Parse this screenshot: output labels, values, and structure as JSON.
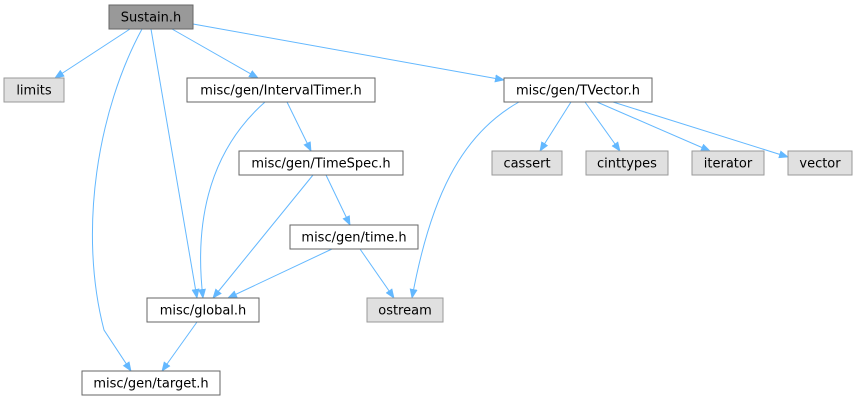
{
  "colors": {
    "edge": "#63b8ff",
    "node_border": "#666666",
    "node_fill_normal": "#ffffff",
    "node_fill_root": "#999999",
    "node_fill_external": "#e0e0e0",
    "external_border": "#999999"
  },
  "nodes": [
    {
      "id": "sustain",
      "label": "Sustain.h",
      "kind": "root"
    },
    {
      "id": "limits",
      "label": "limits",
      "kind": "external"
    },
    {
      "id": "intervaltimer",
      "label": "misc/gen/IntervalTimer.h",
      "kind": "normal"
    },
    {
      "id": "tvector",
      "label": "misc/gen/TVector.h",
      "kind": "normal"
    },
    {
      "id": "timespec",
      "label": "misc/gen/TimeSpec.h",
      "kind": "normal"
    },
    {
      "id": "cassert",
      "label": "cassert",
      "kind": "external"
    },
    {
      "id": "cinttypes",
      "label": "cinttypes",
      "kind": "external"
    },
    {
      "id": "iterator",
      "label": "iterator",
      "kind": "external"
    },
    {
      "id": "vector",
      "label": "vector",
      "kind": "external"
    },
    {
      "id": "time",
      "label": "misc/gen/time.h",
      "kind": "normal"
    },
    {
      "id": "global",
      "label": "misc/global.h",
      "kind": "normal"
    },
    {
      "id": "ostream",
      "label": "ostream",
      "kind": "external"
    },
    {
      "id": "target",
      "label": "misc/gen/target.h",
      "kind": "normal"
    }
  ],
  "edges": [
    {
      "from": "sustain",
      "to": "limits"
    },
    {
      "from": "sustain",
      "to": "target"
    },
    {
      "from": "sustain",
      "to": "global"
    },
    {
      "from": "sustain",
      "to": "intervaltimer"
    },
    {
      "from": "sustain",
      "to": "tvector"
    },
    {
      "from": "intervaltimer",
      "to": "global"
    },
    {
      "from": "intervaltimer",
      "to": "timespec"
    },
    {
      "from": "timespec",
      "to": "global"
    },
    {
      "from": "timespec",
      "to": "time"
    },
    {
      "from": "time",
      "to": "global"
    },
    {
      "from": "time",
      "to": "ostream"
    },
    {
      "from": "global",
      "to": "target"
    },
    {
      "from": "tvector",
      "to": "ostream"
    },
    {
      "from": "tvector",
      "to": "cassert"
    },
    {
      "from": "tvector",
      "to": "cinttypes"
    },
    {
      "from": "tvector",
      "to": "iterator"
    },
    {
      "from": "tvector",
      "to": "vector"
    }
  ]
}
